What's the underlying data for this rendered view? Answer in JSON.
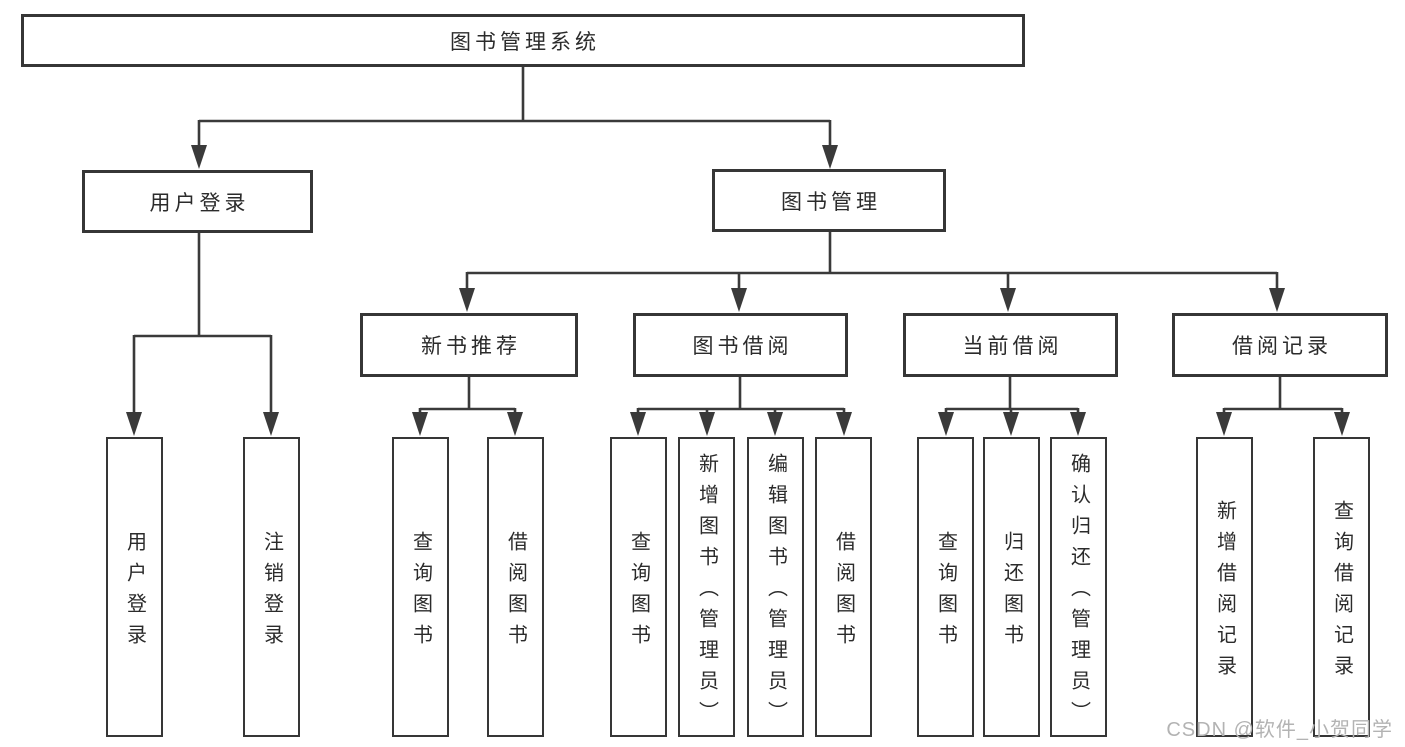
{
  "diagram": {
    "root": {
      "label": "图书管理系统"
    },
    "level2": {
      "user_login": {
        "label": "用户登录"
      },
      "book_mgmt": {
        "label": "图书管理"
      }
    },
    "level3": {
      "new_books": {
        "label": "新书推荐"
      },
      "book_borrow": {
        "label": "图书借阅"
      },
      "current_borrow": {
        "label": "当前借阅"
      },
      "borrow_records": {
        "label": "借阅记录"
      }
    },
    "leaves": {
      "user_login": [
        "用户登录",
        "注销登录"
      ],
      "new_books": [
        "查询图书",
        "借阅图书"
      ],
      "book_borrow": [
        "查询图书",
        "新增图书（管理员）",
        "编辑图书（管理员）",
        "借阅图书"
      ],
      "current_borrow": [
        "查询图书",
        "归还图书",
        "确认归还（管理员）"
      ],
      "borrow_records": [
        "新增借阅记录",
        "查询借阅记录"
      ]
    }
  },
  "watermark": {
    "text": "CSDN @软件_小贺同学"
  },
  "colors": {
    "line": "#3a3a3a",
    "box_border": "#363636",
    "text": "#2b2b2b",
    "watermark": "#b3b3b3",
    "background": "#ffffff"
  }
}
